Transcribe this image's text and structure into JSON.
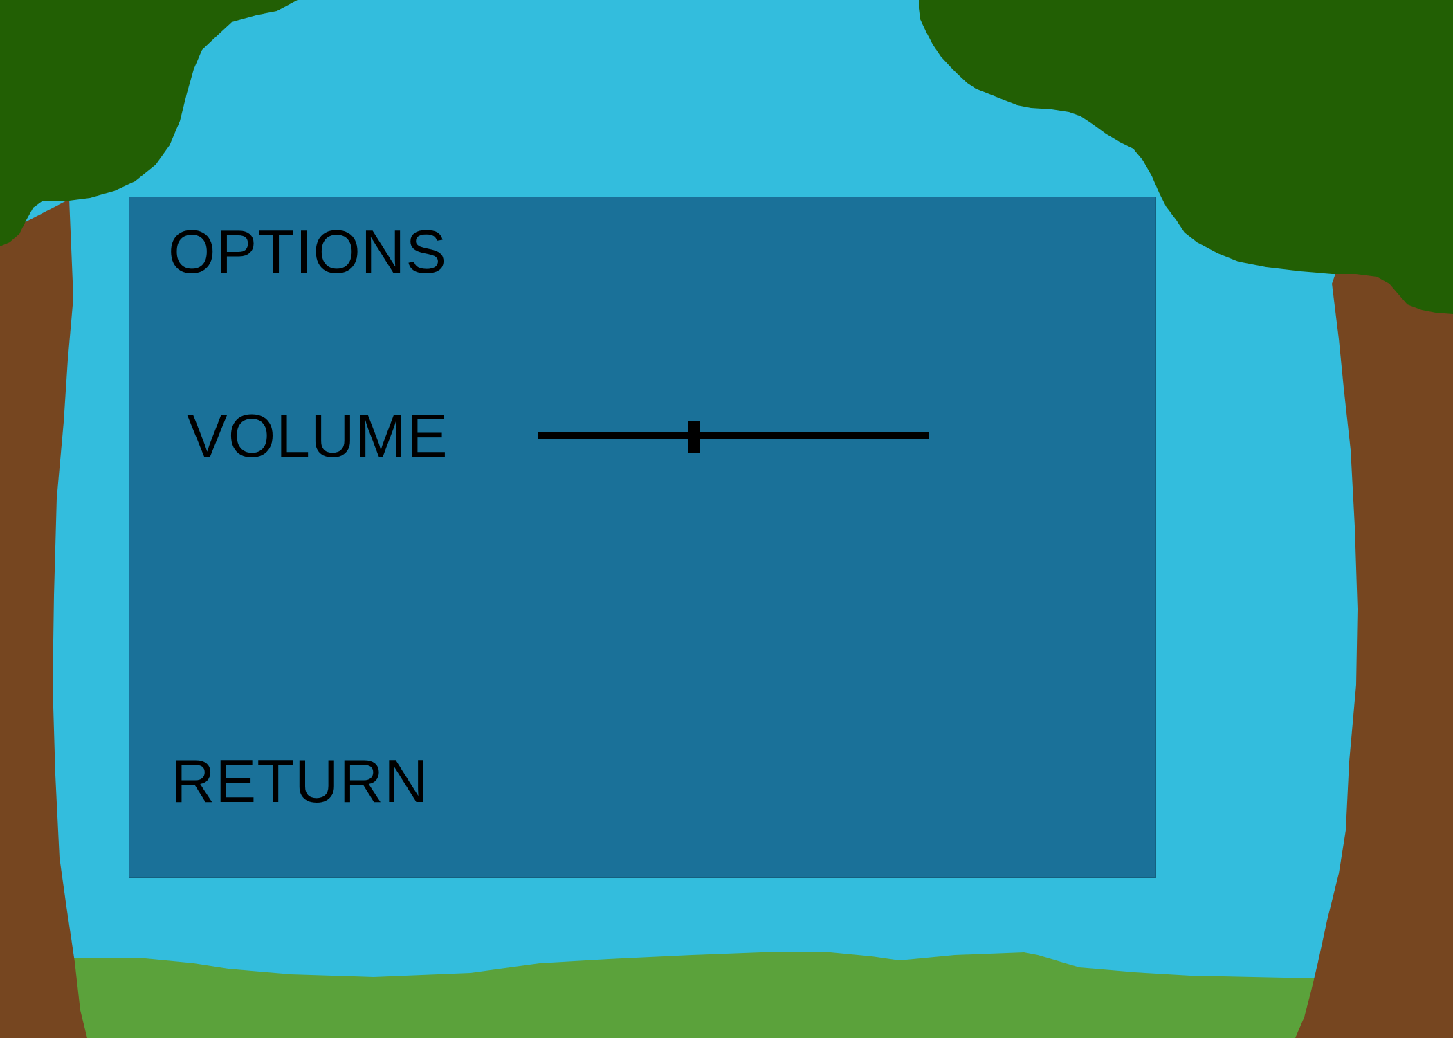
{
  "menu": {
    "title": "OPTIONS",
    "volume_label": "VOLUME",
    "return_label": "RETURN"
  },
  "volume": {
    "level": 0.4
  },
  "colors": {
    "sky": "#33bddd",
    "panel": "#1a7199",
    "leaves": "#225f04",
    "trunk": "#764620",
    "grass": "#5ba23b",
    "text": "#000000"
  }
}
